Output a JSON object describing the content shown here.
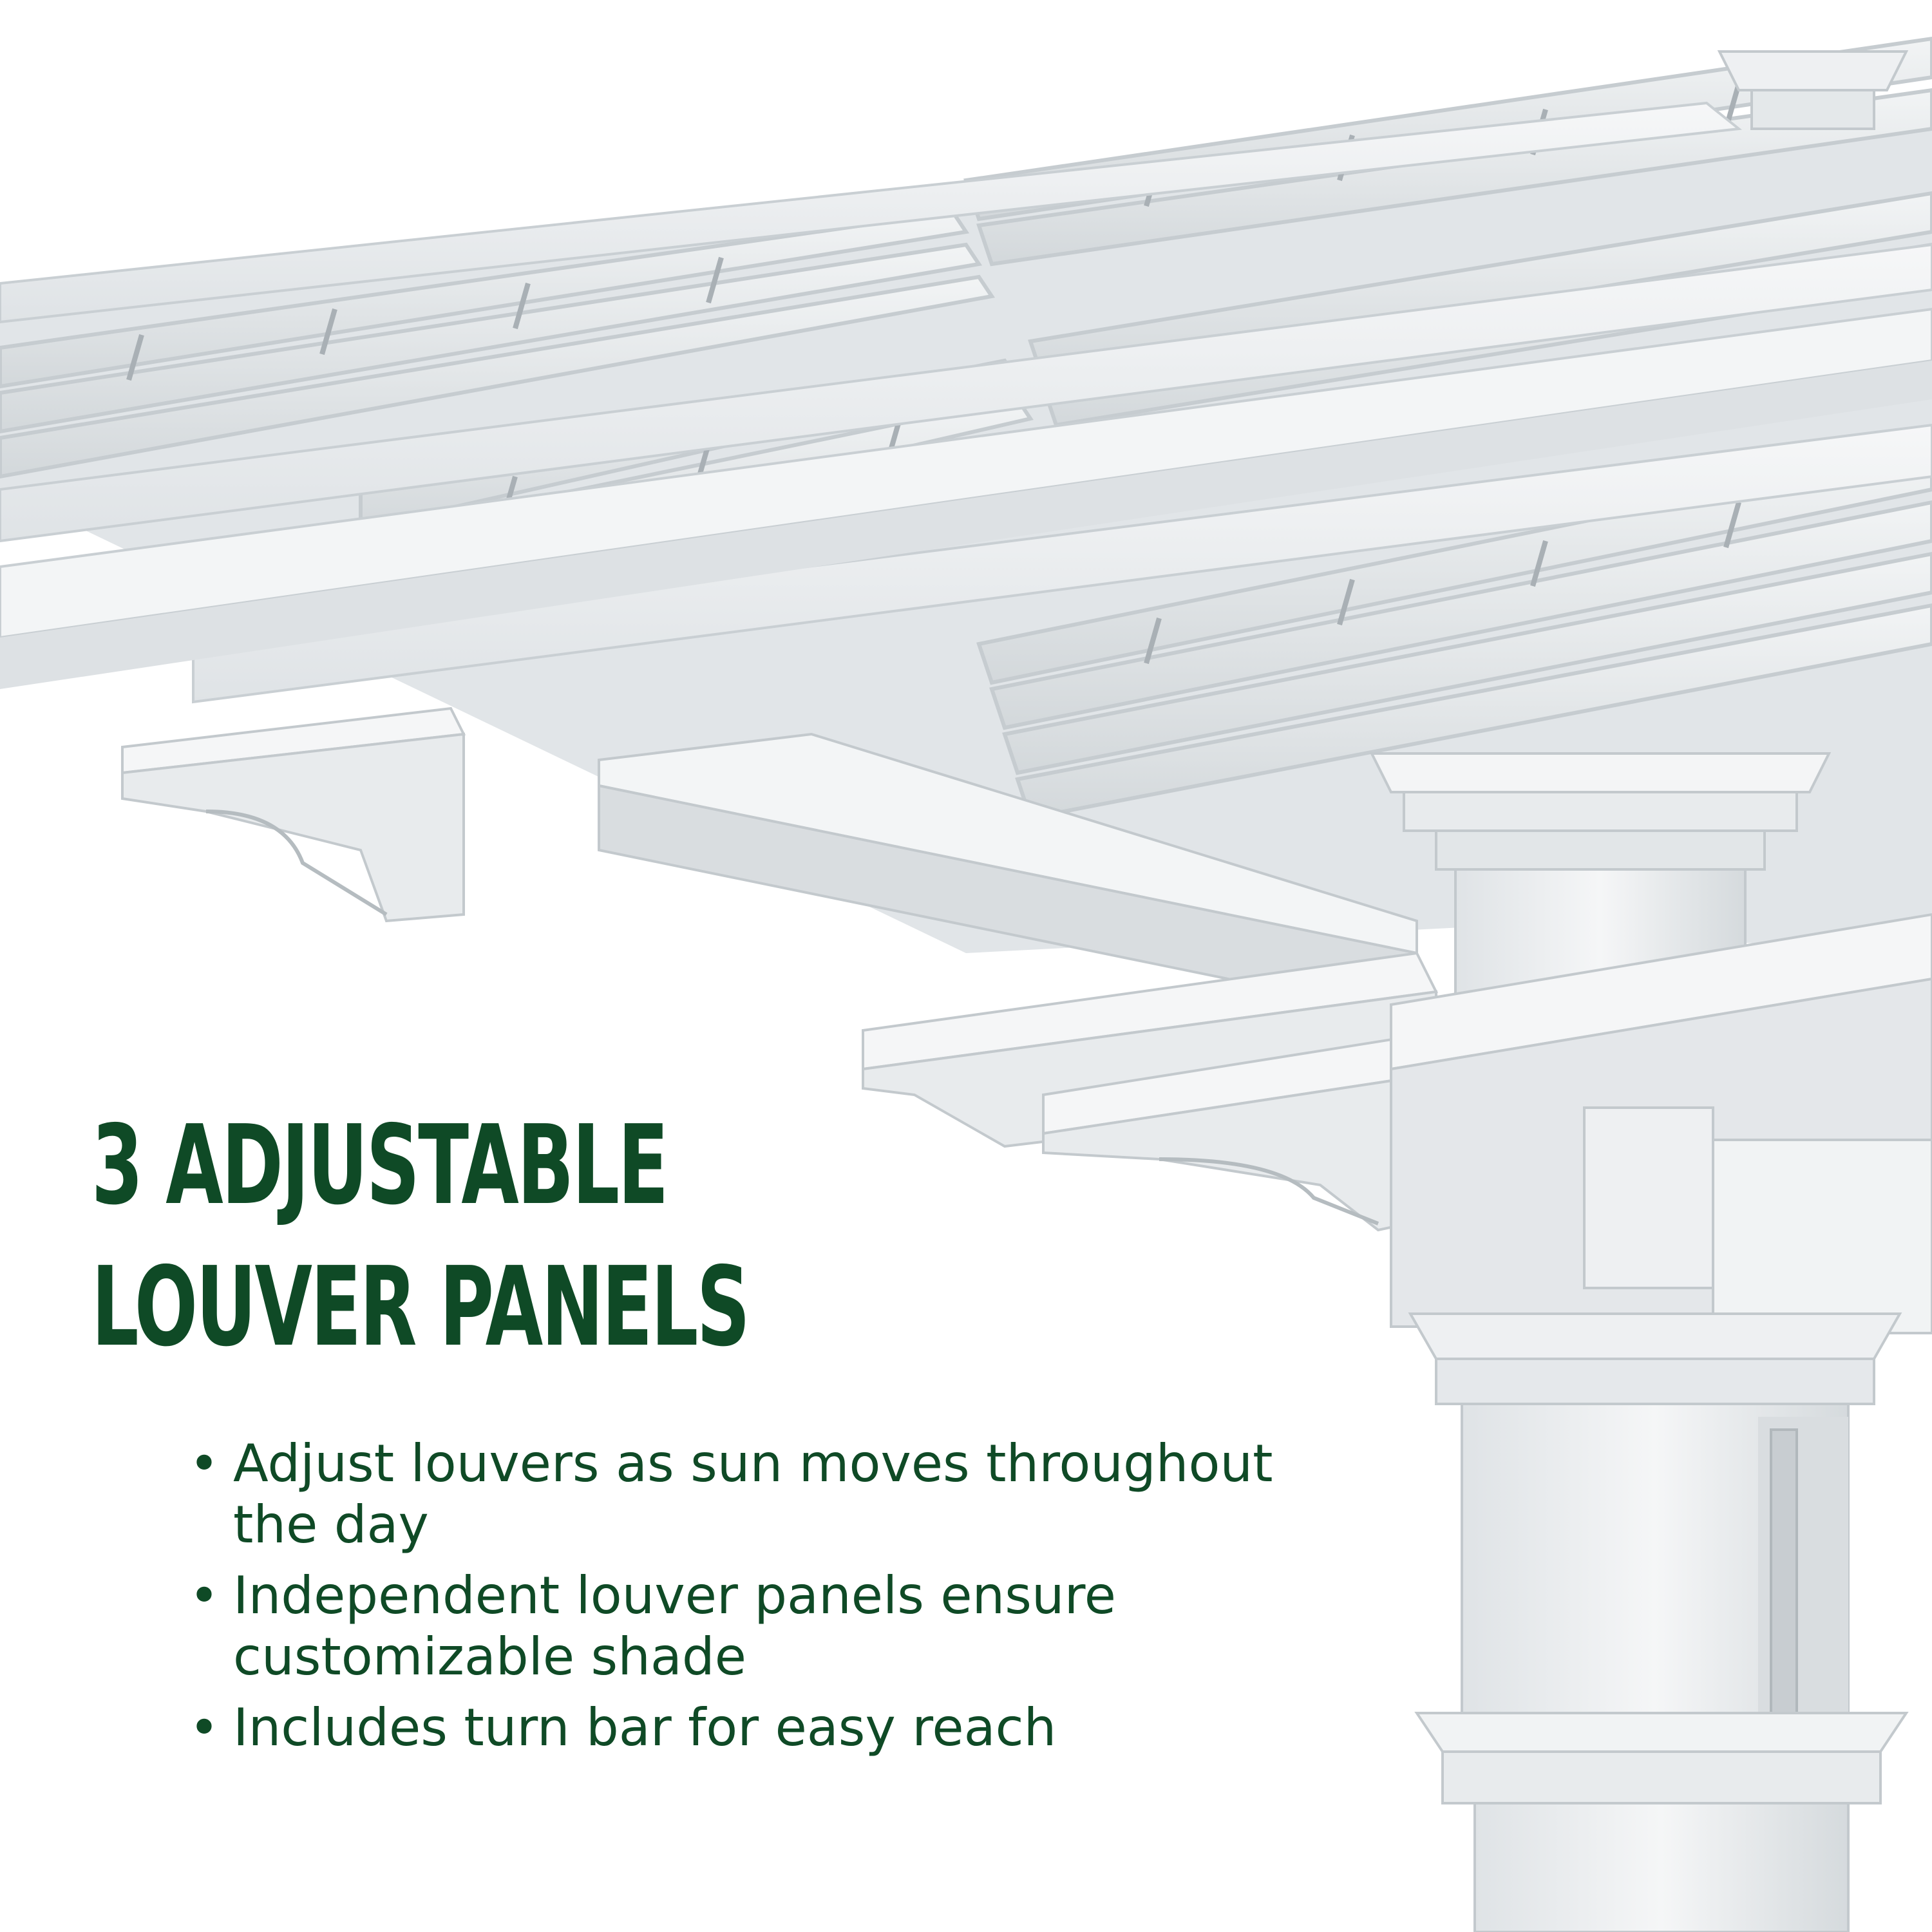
{
  "headline": {
    "line1": "3 ADJUSTABLE",
    "line2": "LOUVER PANELS"
  },
  "bullets": [
    {
      "text": "Adjust louvers as sun moves throughout the day"
    },
    {
      "text": "Independent louver panels ensure customizable shade"
    },
    {
      "text": "Includes turn bar for easy reach"
    }
  ],
  "colors": {
    "text": "#0f4a26",
    "background": "#ffffff",
    "structure": "#e9ecee",
    "shadow": "#b8bec2"
  }
}
